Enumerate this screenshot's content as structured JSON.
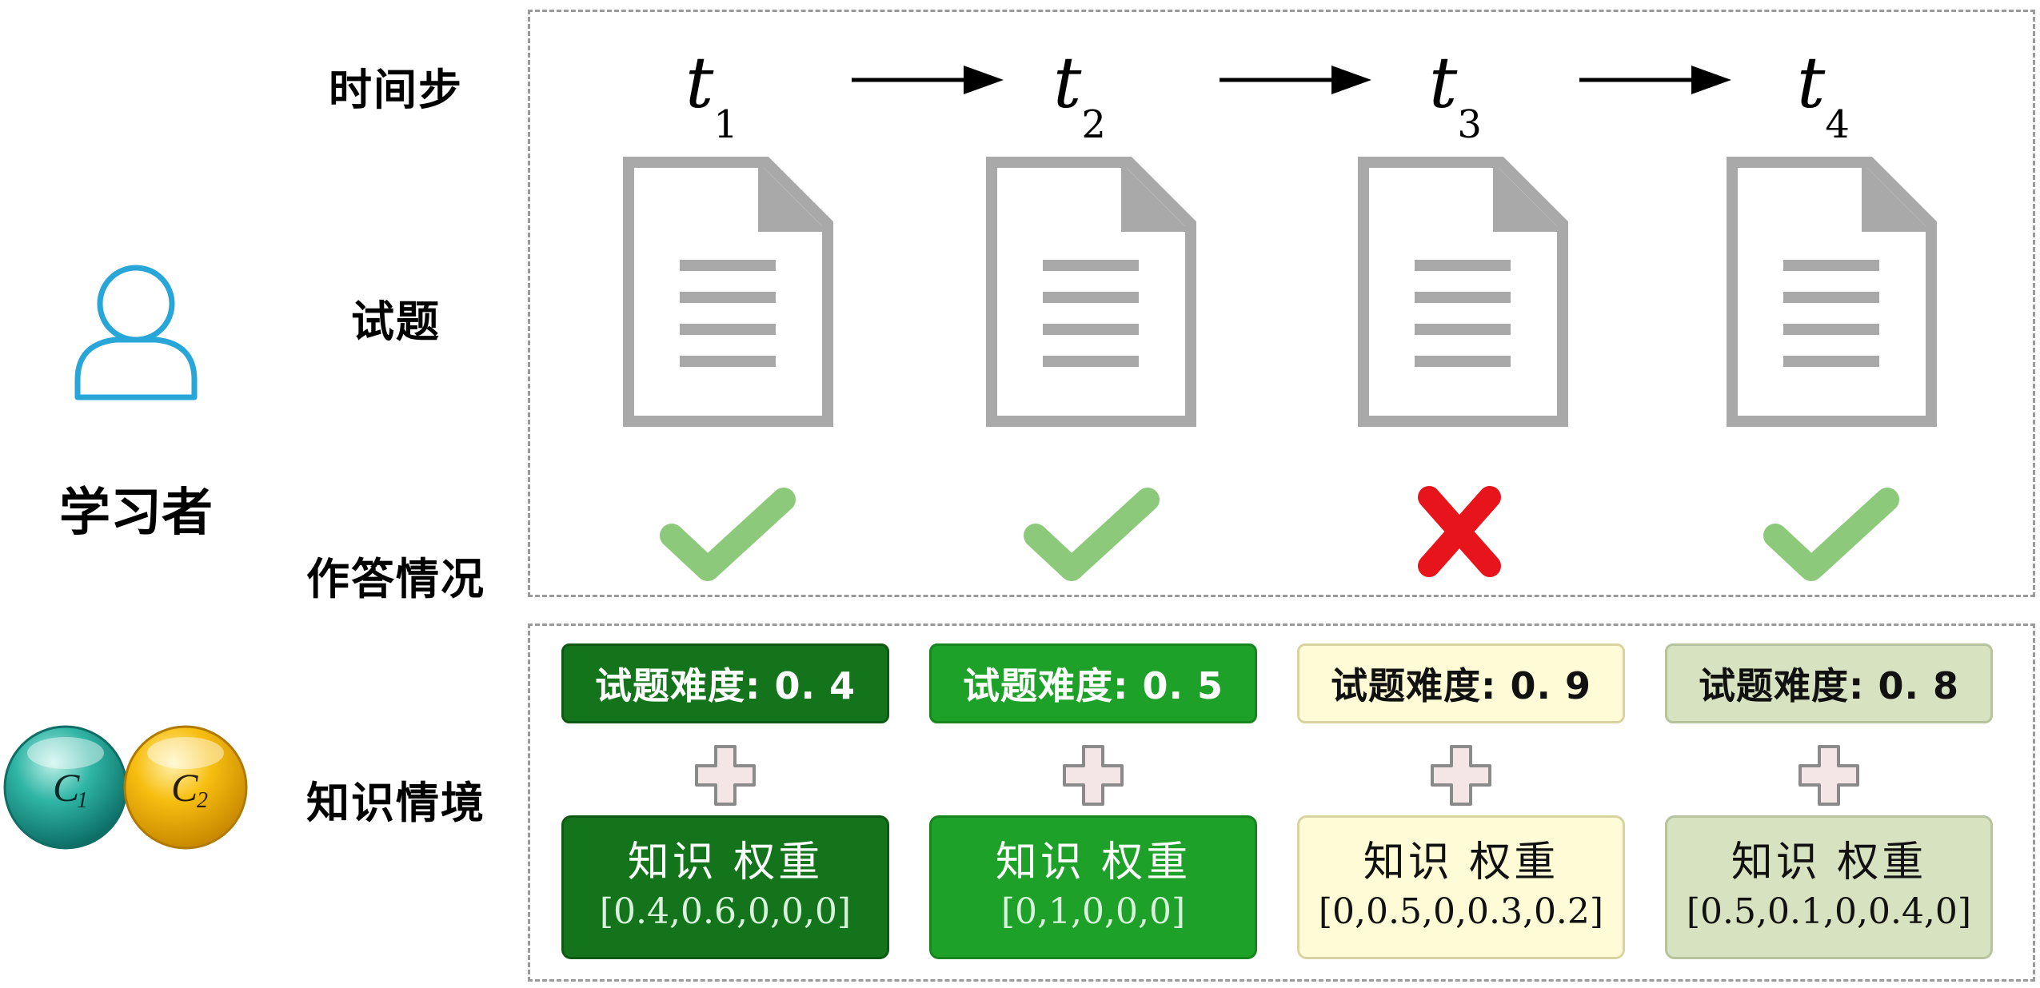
{
  "learner": {
    "label": "学习者",
    "icon": "person-outline-icon"
  },
  "concepts": [
    {
      "label": "C",
      "sub": "1",
      "color": "#1fa396"
    },
    {
      "label": "C",
      "sub": "2",
      "color": "#f5b800"
    }
  ],
  "rows": {
    "timestep": "时间步",
    "question": "试题",
    "response": "作答情况",
    "knowledge_context": "知识情境"
  },
  "steps": [
    {
      "t": "t",
      "sub": "1",
      "correct": true,
      "difficulty": "试题难度: 0. 4",
      "kw_title": "知识 权重",
      "kw_vector": "[0.4,0.6,0,0,0]",
      "style": "dark"
    },
    {
      "t": "t",
      "sub": "2",
      "correct": true,
      "difficulty": "试题难度: 0. 5",
      "kw_title": "知识 权重",
      "kw_vector": "[0,1,0,0,0]",
      "style": "mid"
    },
    {
      "t": "t",
      "sub": "3",
      "correct": false,
      "difficulty": "试题难度: 0. 9",
      "kw_title": "知识 权重",
      "kw_vector": "[0,0.5,0,0.3,0.2]",
      "style": "light"
    },
    {
      "t": "t",
      "sub": "4",
      "correct": true,
      "difficulty": "试题难度: 0. 8",
      "kw_title": "知识 权重",
      "kw_vector": "[0.5,0.1,0,0.4,0]",
      "style": "sage"
    }
  ],
  "colors": {
    "check": "#8cc97a",
    "cross": "#e8141c",
    "doc": "#a9a9a9",
    "learner_icon": "#29a6d8",
    "plus_fill": "#f4e6e6",
    "plus_stroke": "#8a8a8a"
  }
}
